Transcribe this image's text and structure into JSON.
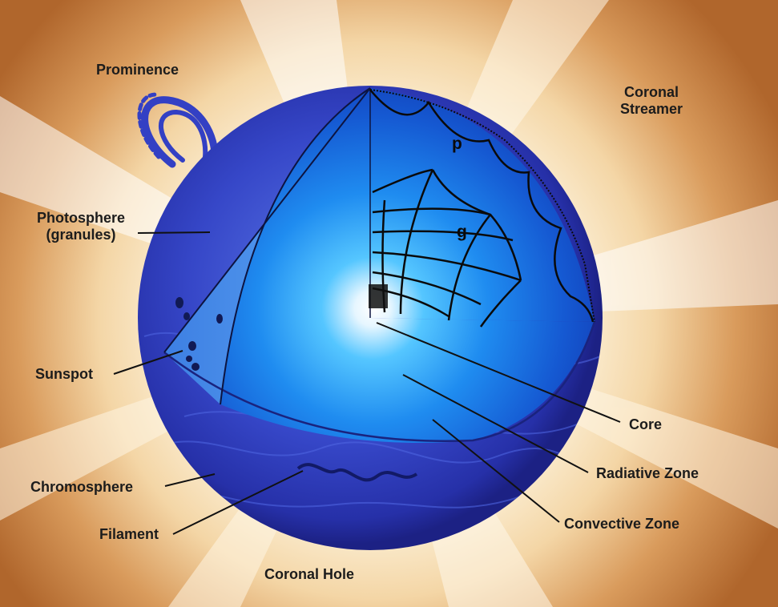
{
  "labels": {
    "prominence": "Prominence",
    "coronal_streamer_1": "Coronal",
    "coronal_streamer_2": "Streamer",
    "photosphere_1": "Photosphere",
    "photosphere_2": "(granules)",
    "sunspot": "Sunspot",
    "chromosphere": "Chromosphere",
    "filament": "Filament",
    "coronal_hole": "Coronal Hole",
    "core": "Core",
    "radiative_zone": "Radiative Zone",
    "convective_zone": "Convective Zone",
    "p_mode": "p",
    "g_mode": "g"
  }
}
